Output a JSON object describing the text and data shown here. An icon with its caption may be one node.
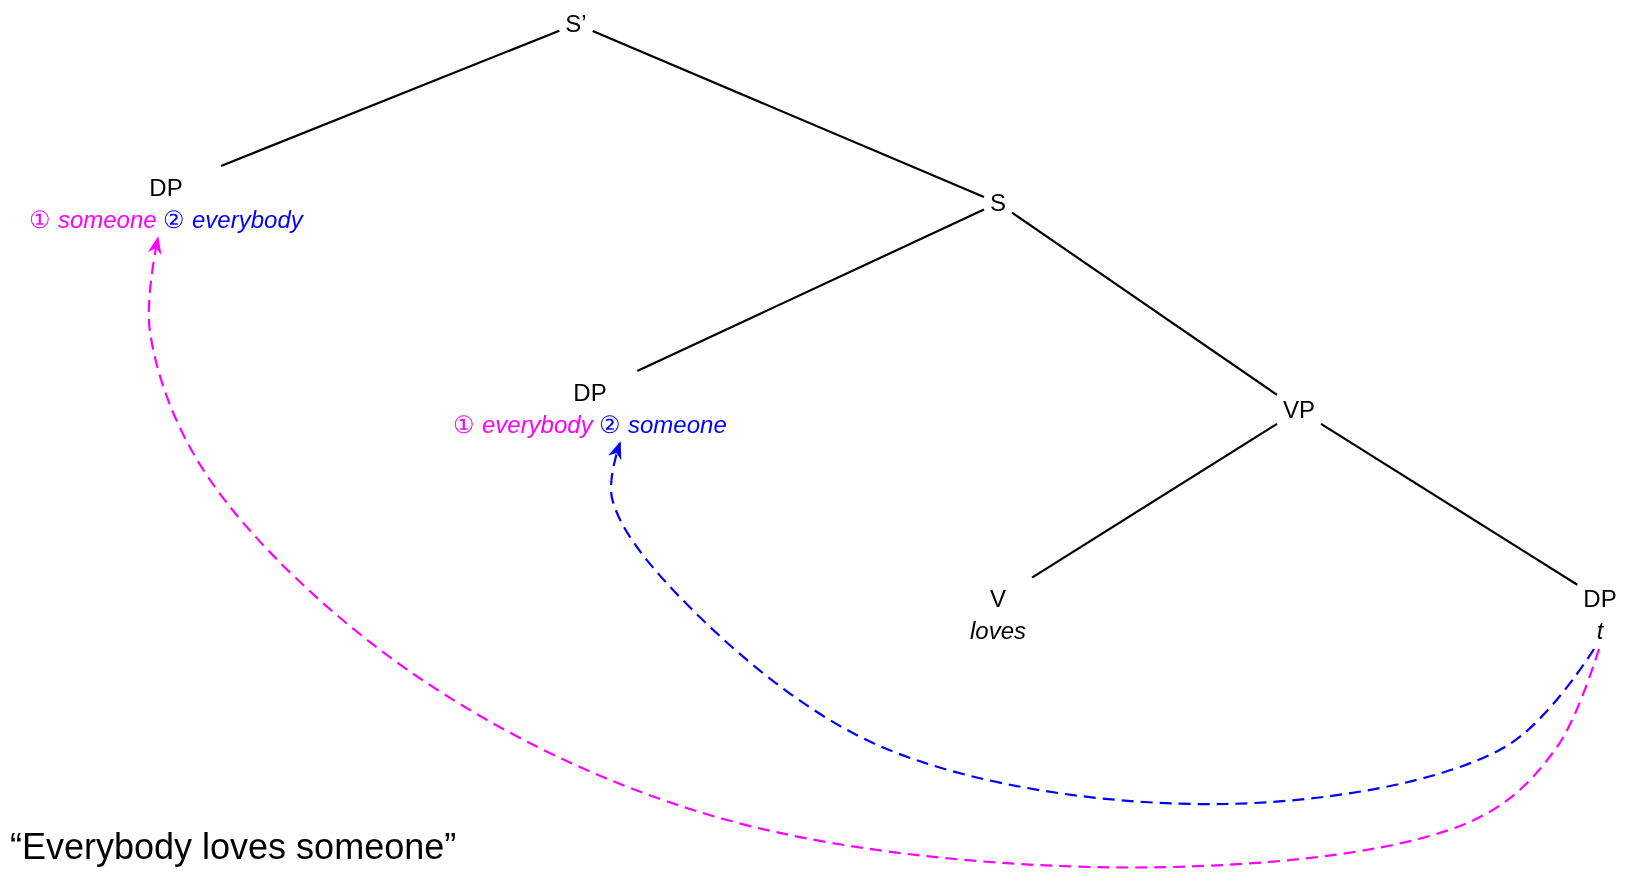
{
  "diagram": {
    "caption": "“Everybody loves someone”",
    "nodes": [
      {
        "text": [
          "S’"
        ]
      },
      {
        "text": [
          "DP",
          "① *someone*",
          "② *everybody*"
        ]
      },
      {
        "text": [
          "S"
        ]
      },
      {
        "text": [
          "DP",
          "① *everybody*",
          "② *someone*"
        ]
      },
      {
        "text": [
          "VP"
        ]
      },
      {
        "text": [
          "V",
          "loves"
        ]
      },
      {
        "text": [
          "DP",
          "t"
        ]
      }
    ],
    "edges": [
      {
        "from": 0,
        "to": 1,
        "arrow": "none"
      },
      {
        "from": 0,
        "to": 2,
        "arrow": "none"
      },
      {
        "from": 2,
        "to": 3,
        "arrow": "none"
      },
      {
        "from": 2,
        "to": 4,
        "arrow": "none"
      },
      {
        "from": 4,
        "to": 5,
        "arrow": "none"
      },
      {
        "from": 4,
        "to": 6,
        "arrow": "none"
      },
      {
        "from": 6,
        "to": 3,
        "arrow": "to",
        "style": "dashed",
        "color": "#0000ff"
      },
      {
        "from": 6,
        "to": 1,
        "arrow": "to",
        "style": "dashed",
        "color": "#ff00ff"
      }
    ]
  }
}
